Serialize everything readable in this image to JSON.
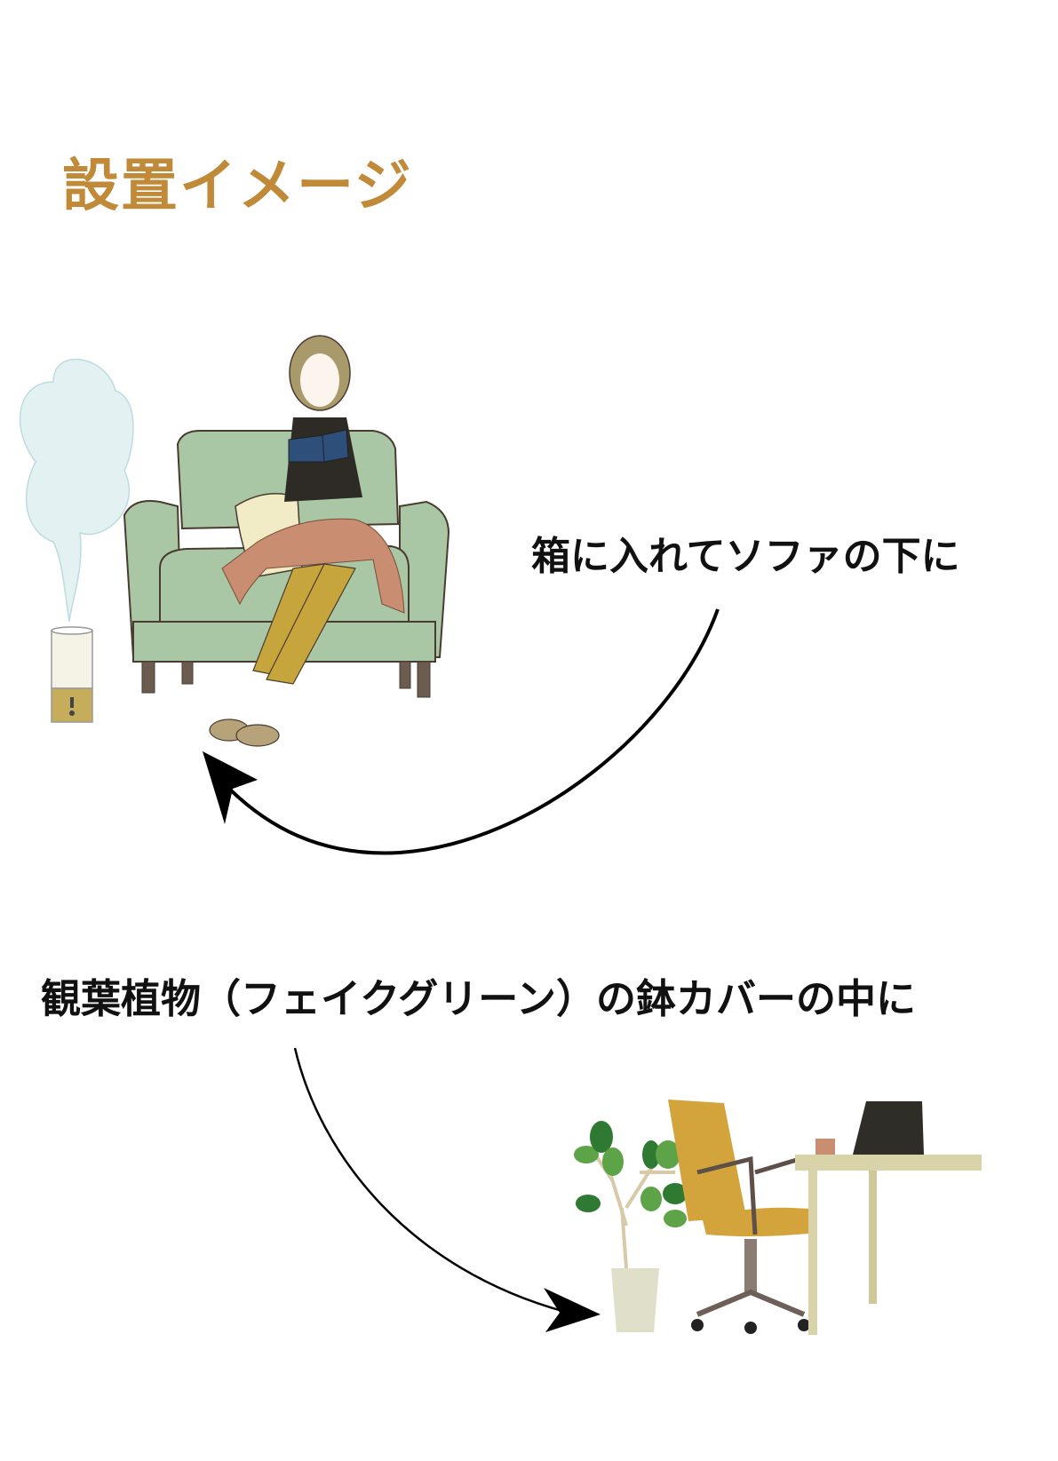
{
  "title": "設置イメージ",
  "captions": {
    "sofa": "箱に入れてソファの下に",
    "plant": "観葉植物（フェイクグリーン）の鉢カバーの中に"
  },
  "colors": {
    "title": "#c08a38",
    "text": "#111111",
    "sofa": "#a9c7a4",
    "chair": "#d3a43b",
    "leaf": "#4d9a3c",
    "desk": "#d8d3a8"
  },
  "illustrations": [
    "humidifier-icon",
    "sofa-woman-reading-illustration",
    "plant-pot-icon",
    "office-chair-icon",
    "desk-laptop-illustration"
  ]
}
